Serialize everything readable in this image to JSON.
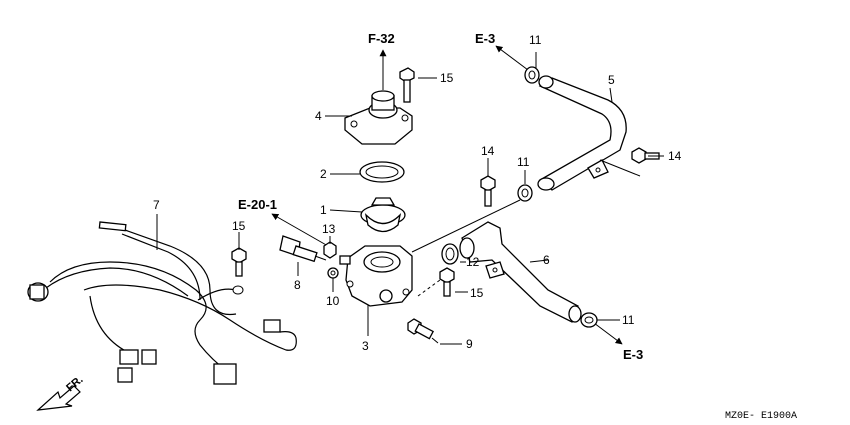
{
  "diagram_code": "MZ0E- E1900A",
  "direction_label": "FR.",
  "refs": {
    "f32": "F-32",
    "e3_top": "E-3",
    "e3_bottom": "E-3",
    "e20_1": "E-20-1"
  },
  "parts": {
    "p1": "1",
    "p2": "2",
    "p3": "3",
    "p4": "4",
    "p5": "5",
    "p6": "6",
    "p7": "7",
    "p8": "8",
    "p9": "9",
    "p10": "10",
    "p11_top": "11",
    "p11_mid": "11",
    "p11_bottom": "11",
    "p12": "12",
    "p13": "13",
    "p14_left": "14",
    "p14_right": "14",
    "p15_top": "15",
    "p15_left": "15",
    "p15_right": "15"
  }
}
